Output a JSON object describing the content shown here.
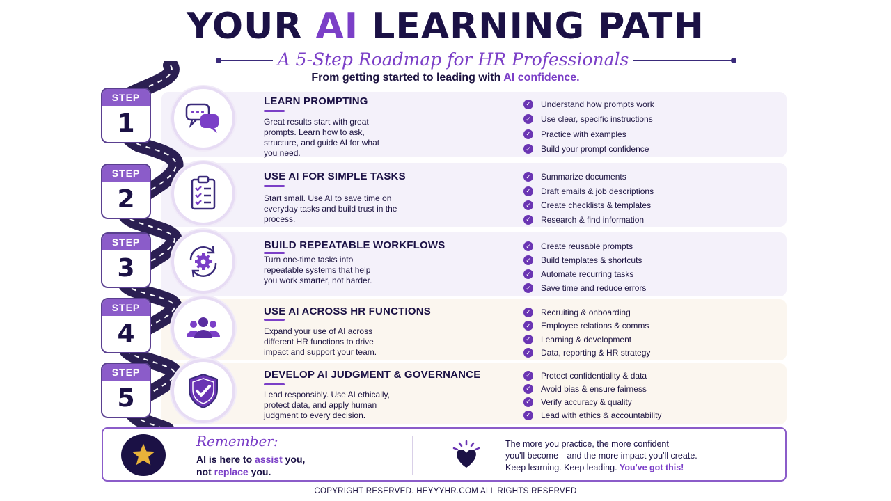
{
  "header": {
    "title_pre": "YOUR ",
    "title_accent": "AI",
    "title_post": " LEARNING PATH",
    "subtitle": "A 5-Step Roadmap for HR Professionals",
    "tagline_pre": "From getting started to leading with ",
    "tagline_accent": "AI confidence."
  },
  "step_label": "STEP",
  "steps": [
    {
      "number": "1",
      "icon": "chat-bubbles-icon",
      "title": "LEARN PROMPTING",
      "description": "Great results start with great prompts. Learn how to ask, structure, and guide AI for what you need.",
      "checks": [
        "Understand how prompts work",
        "Use clear, specific instructions",
        "Practice with examples",
        "Build your prompt confidence"
      ]
    },
    {
      "number": "2",
      "icon": "clipboard-checklist-icon",
      "title": "USE AI FOR SIMPLE TASKS",
      "description": "Start small. Use AI to save time on everyday tasks and build trust in the process.",
      "checks": [
        "Summarize documents",
        "Draft emails & job descriptions",
        "Create checklists & templates",
        "Research & find information"
      ]
    },
    {
      "number": "3",
      "icon": "gear-cycle-icon",
      "title": "BUILD REPEATABLE WORKFLOWS",
      "description": "Turn one-time tasks into repeatable systems that help you work smarter, not harder.",
      "checks": [
        "Create reusable prompts",
        "Build templates & shortcuts",
        "Automate recurring tasks",
        "Save time and reduce errors"
      ]
    },
    {
      "number": "4",
      "icon": "team-people-icon",
      "title": "USE AI ACROSS HR FUNCTIONS",
      "description": "Expand your use of AI across different HR functions to drive impact and support your team.",
      "checks": [
        "Recruiting & onboarding",
        "Employee relations & comms",
        "Learning & development",
        "Data, reporting & HR strategy"
      ]
    },
    {
      "number": "5",
      "icon": "shield-check-icon",
      "title": "DEVELOP AI JUDGMENT & GOVERNANCE",
      "description": "Lead responsibly. Use AI ethically, protect data, and apply human judgment to every decision.",
      "checks": [
        "Protect confidentiality & data",
        "Avoid bias & ensure fairness",
        "Verify accuracy & quality",
        "Lead with ethics & accountability"
      ]
    }
  ],
  "remember": {
    "title": "Remember:",
    "line1_pre": "AI is here to ",
    "line1_accent": "assist",
    "line1_post": " you,",
    "line2_pre": "not ",
    "line2_accent": "replace",
    "line2_post": " you."
  },
  "closing": {
    "line1": "The more you practice, the more confident",
    "line2": "you'll become—and the more impact you'll create.",
    "line3_pre": "Keep learning. Keep leading. ",
    "line3_accent": "You've got this!"
  },
  "footer": {
    "copyright": "COPYRIGHT RESERVED. HEYYYHR.COM ALL RIGHTS RESERVED"
  },
  "colors": {
    "navy": "#1b1145",
    "purple": "#7b3fc7",
    "card_lavender": "#f4f1fa",
    "card_cream": "#fbf6ef"
  }
}
